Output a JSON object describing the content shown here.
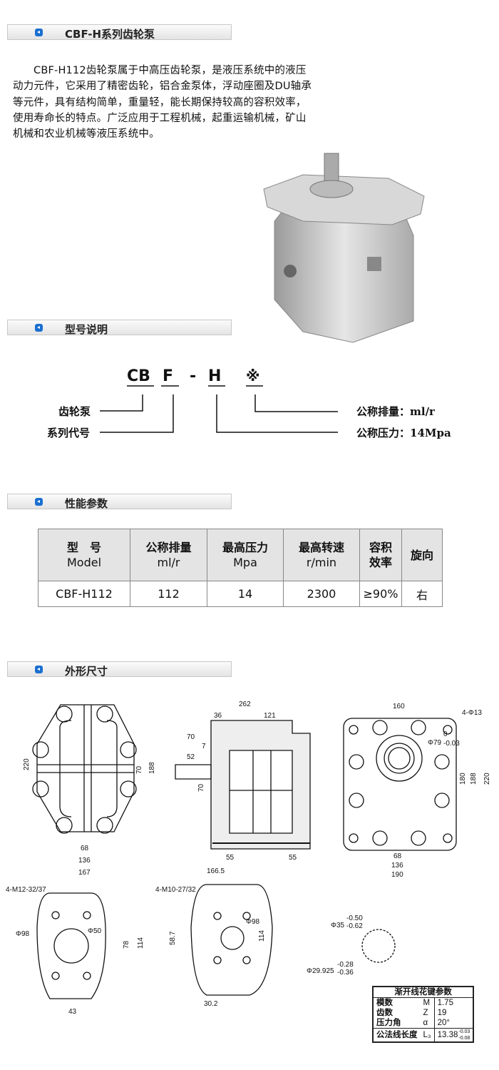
{
  "sections": {
    "intro": "CBF-H系列齿轮泵",
    "model": "型号说明",
    "performance": "性能参数",
    "dimensions": "外形尺寸"
  },
  "intro_text": "CBF-H112齿轮泵属于中高压齿轮泵，是液压系统中的液压动力元件，它采用了精密齿轮，铝合金泵体，浮动座圈及DU轴承等元件，具有结构简单，重量轻，能长期保持较高的容积效率，使用寿命长的特点。广泛应用于工程机械，起重运输机械，矿山机械和农业机械等液压系统中。",
  "model_code": {
    "parts": [
      "CB",
      "F",
      "-",
      "H",
      "※"
    ],
    "labels": {
      "gear_pump": "齿轮泵",
      "series_code": "系列代号",
      "displacement": "公称排量：ml/r",
      "pressure": "公称压力：14Mpa"
    }
  },
  "spec_table": {
    "headers": [
      [
        "型　号",
        "Model"
      ],
      [
        "公称排量",
        "ml/r"
      ],
      [
        "最高压力",
        "Mpa"
      ],
      [
        "最高转速",
        "r/min"
      ],
      [
        "容积",
        "效率"
      ],
      [
        "旋向",
        ""
      ]
    ],
    "row": [
      "CBF-H112",
      "112",
      "14",
      "2300",
      "≥90%",
      "右"
    ]
  },
  "drawing_dims": {
    "front": [
      "220",
      "188",
      "70",
      "68",
      "136",
      "167"
    ],
    "side": [
      "262",
      "36",
      "121",
      "70",
      "7",
      "52",
      "70",
      "55",
      "55",
      "166.5"
    ],
    "rear": [
      "160",
      "4-Φ13",
      "Φ79",
      "0",
      "-0.03",
      "180",
      "188",
      "220",
      "68",
      "136",
      "190"
    ],
    "flange1": [
      "4-M12-32/37",
      "Φ98",
      "Φ50",
      "78",
      "114",
      "43"
    ],
    "flange2": [
      "4-M10-27/32",
      "Φ98",
      "58.7",
      "114",
      "30.2"
    ],
    "spline": [
      "Φ35",
      "-0.50",
      "-0.62",
      "Φ29.925",
      "-0.28",
      "-0.36"
    ]
  },
  "spline_table": {
    "title": "渐开线花键参数",
    "rows": [
      [
        "模数",
        "M",
        "1.75"
      ],
      [
        "齿数",
        "Z",
        "19"
      ],
      [
        "压力角",
        "α",
        "20°"
      ],
      [
        "公法线长度",
        "L₃",
        "13.38"
      ]
    ],
    "tol": [
      "-0.03",
      "-0.08"
    ]
  }
}
